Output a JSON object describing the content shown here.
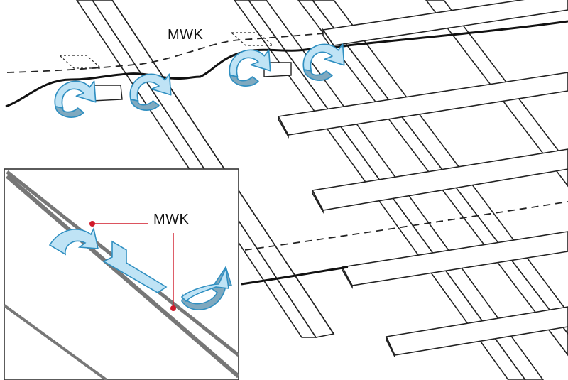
{
  "diagram": {
    "labels": {
      "main_membrane": "MWK",
      "inset_membrane": "MWK"
    },
    "colors": {
      "background": "#ffffff",
      "outline": "#222222",
      "airflow_arrow_fill": "#bfe3f5",
      "airflow_arrow_stroke": "#2f8fc1",
      "airflow_arrow_inner": "#7fa9bf",
      "inset_panel_line": "#777777",
      "inset_callout_line": "#d01a2a",
      "inset_callout_dot": "#d01a2a"
    },
    "icons": {
      "airflow": "curved-arrow-icon",
      "callout": "red-dot-marker"
    }
  }
}
